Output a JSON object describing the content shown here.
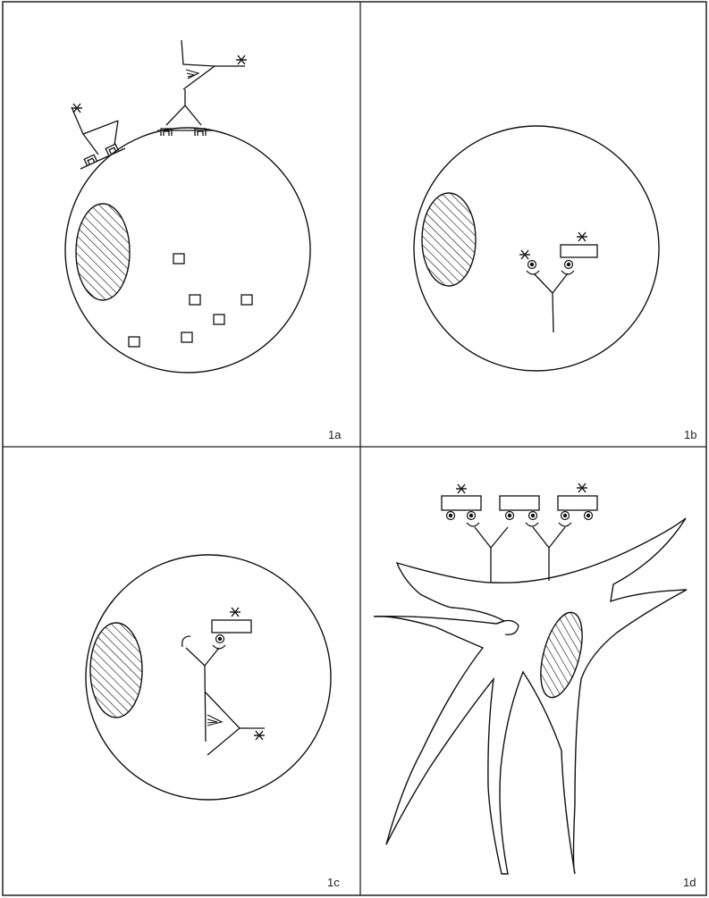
{
  "figure": {
    "panels": [
      {
        "label": "1a"
      },
      {
        "label": "1b"
      },
      {
        "label": "1c"
      },
      {
        "label": "1d"
      }
    ],
    "line_color": "#111111",
    "background_color": "#ffffff"
  }
}
